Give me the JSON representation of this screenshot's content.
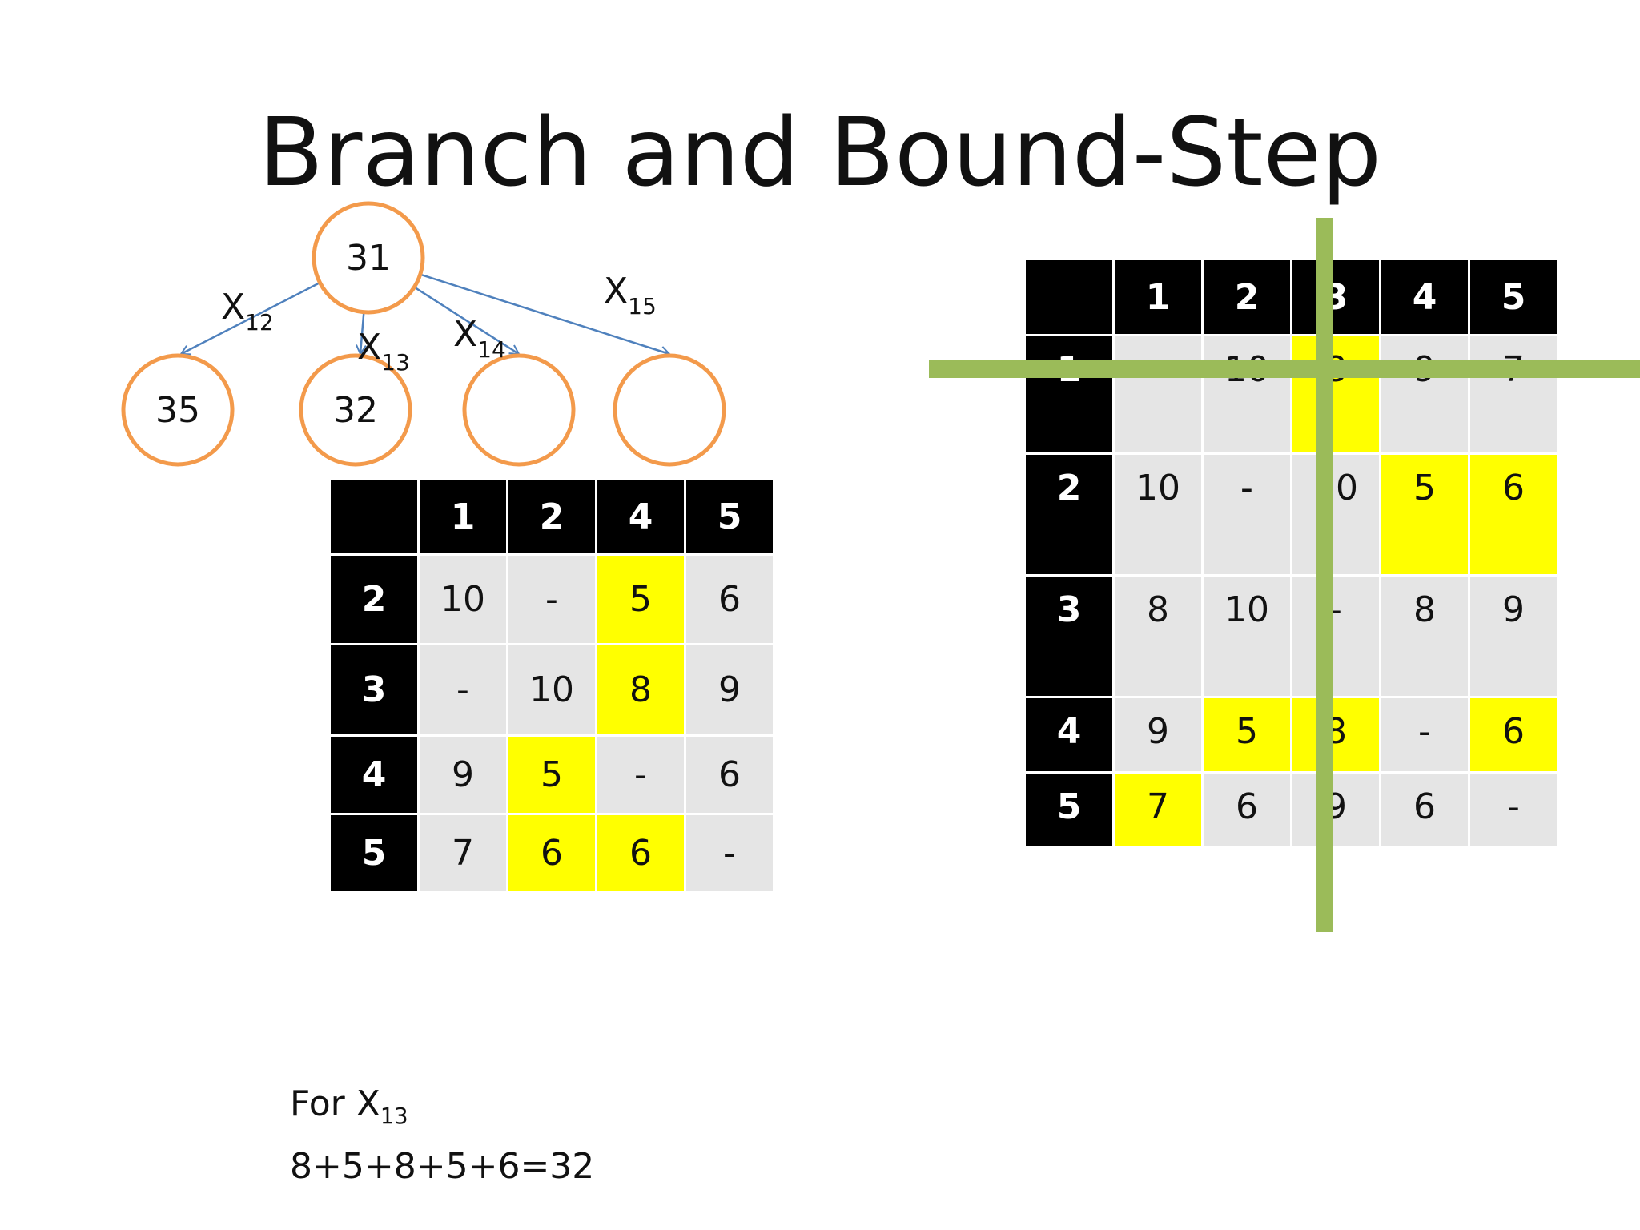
{
  "title": "Branch and Bound-Step",
  "tree": {
    "root": "31",
    "children": [
      {
        "label": "X",
        "sub": "12",
        "value": "35"
      },
      {
        "label": "X",
        "sub": "13",
        "value": "32"
      },
      {
        "label": "X",
        "sub": "14",
        "value": ""
      },
      {
        "label": "X",
        "sub": "15",
        "value": ""
      }
    ],
    "node_color": "#f39a4b",
    "edge_color": "#4f81bd"
  },
  "left_table": {
    "columns": [
      "",
      "1",
      "2",
      "4",
      "5"
    ],
    "rows": [
      {
        "header": "2",
        "cells": [
          "10",
          "-",
          "5",
          "6"
        ],
        "highlight": [
          false,
          false,
          true,
          false
        ]
      },
      {
        "header": "3",
        "cells": [
          "-",
          "10",
          "8",
          "9"
        ],
        "highlight": [
          false,
          false,
          true,
          false
        ]
      },
      {
        "header": "4",
        "cells": [
          "9",
          "5",
          "-",
          "6"
        ],
        "highlight": [
          false,
          true,
          false,
          false
        ]
      },
      {
        "header": "5",
        "cells": [
          "7",
          "6",
          "6",
          "-"
        ],
        "highlight": [
          false,
          true,
          true,
          false
        ]
      }
    ]
  },
  "right_table": {
    "columns": [
      "",
      "1",
      "2",
      "3",
      "4",
      "5"
    ],
    "rows": [
      {
        "header": "1",
        "cells": [
          "-",
          "10",
          "8",
          "9",
          "7"
        ],
        "highlight": [
          false,
          false,
          true,
          false,
          false
        ]
      },
      {
        "header": "2",
        "cells": [
          "10",
          "-",
          "10",
          "5",
          "6"
        ],
        "highlight": [
          false,
          false,
          false,
          true,
          true
        ]
      },
      {
        "header": "3",
        "cells": [
          "8",
          "10",
          "-",
          "8",
          "9"
        ],
        "highlight": [
          false,
          false,
          false,
          false,
          false
        ]
      },
      {
        "header": "4",
        "cells": [
          "9",
          "5",
          "8",
          "-",
          "6"
        ],
        "highlight": [
          false,
          true,
          true,
          false,
          true
        ]
      },
      {
        "header": "5",
        "cells": [
          "7",
          "6",
          "9",
          "6",
          "-"
        ],
        "highlight": [
          true,
          false,
          false,
          false,
          false
        ]
      }
    ],
    "strike_color": "#9bbb59"
  },
  "note": {
    "line1_prefix": "For X",
    "line1_sub": "13",
    "line2": "8+5+8+5+6=32"
  }
}
